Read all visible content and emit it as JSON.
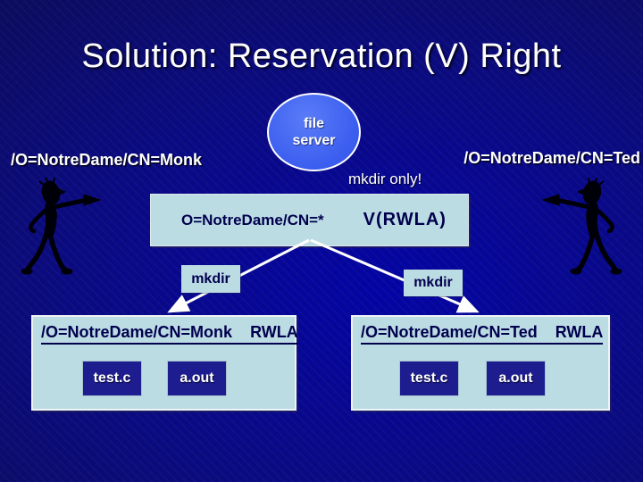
{
  "slide": {
    "title": "Solution: Reservation (V) Right",
    "file_server": {
      "line1": "file",
      "line2": "server"
    },
    "actors": {
      "left": {
        "label": "/O=NotreDame/CN=Monk",
        "icon": "person-pointing-right-icon"
      },
      "right": {
        "label": "/O=NotreDame/CN=Ted",
        "icon": "person-pointing-left-icon"
      }
    },
    "annotation": "mkdir only!",
    "acl_box": {
      "principal": "O=NotreDame/CN=*",
      "rights": "V(RWLA)"
    },
    "edges": {
      "left_label": "mkdir",
      "right_label": "mkdir"
    },
    "directories": [
      {
        "header": "/O=NotreDame/CN=Monk",
        "rights": "RWLA",
        "files": [
          "test.c",
          "a.out"
        ]
      },
      {
        "header": "/O=NotreDame/CN=Ted",
        "rights": "RWLA",
        "files": [
          "test.c",
          "a.out"
        ]
      }
    ],
    "colors": {
      "background_dark": "#0b0b42",
      "background_light": "#0404a6",
      "panel_fill": "#bcdce4",
      "navy_text": "#00004d",
      "file_fill": "#1d1d8f",
      "ellipse_fill": "#3c5ff0",
      "arrow": "#ffffff"
    }
  }
}
